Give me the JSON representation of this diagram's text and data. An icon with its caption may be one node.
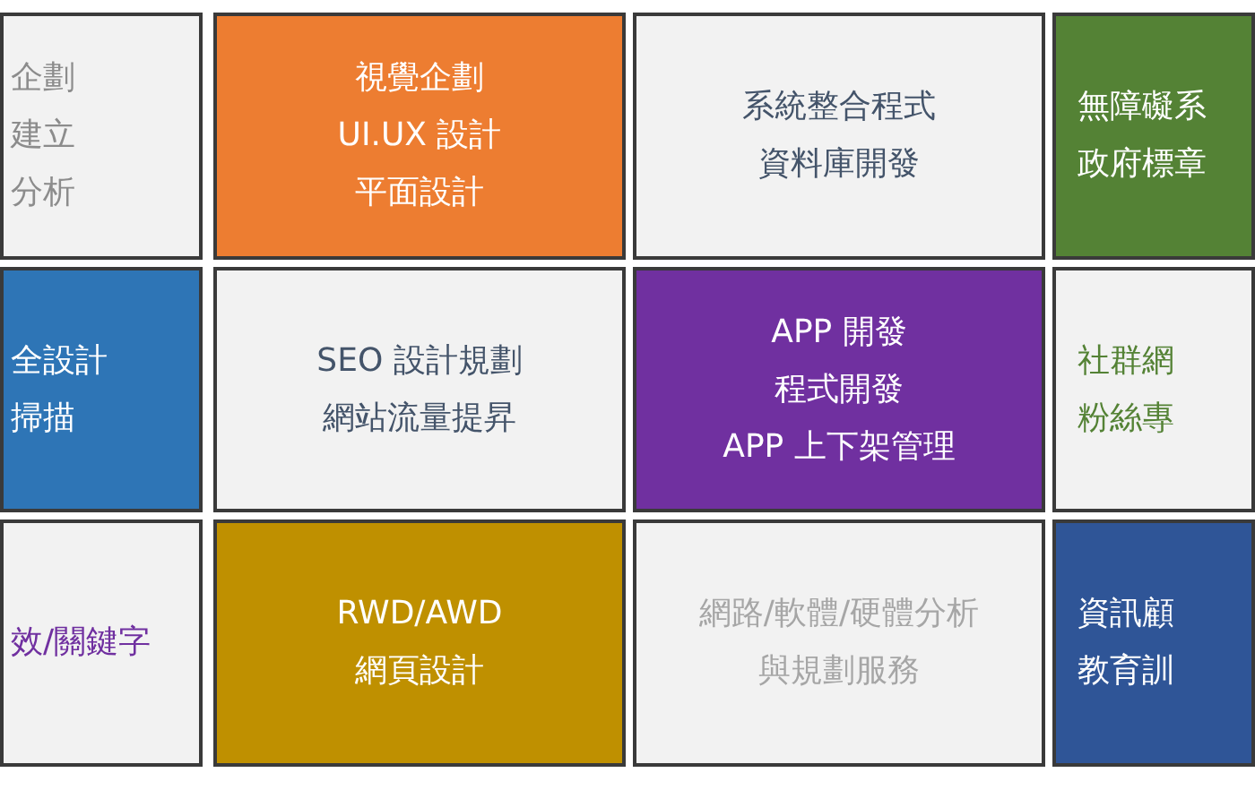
{
  "diagram": {
    "nodes": [
      {
        "text": [
          "企劃",
          "建立",
          "分析"
        ]
      },
      {
        "text": [
          "視覺企劃",
          "UI.UX 設計",
          "平面設計"
        ]
      },
      {
        "text": [
          "系統整合程式",
          "資料庫開發"
        ]
      },
      {
        "text": [
          "無障礙系",
          "政府標章"
        ]
      },
      {
        "text": [
          "全設計",
          "掃描"
        ]
      },
      {
        "text": [
          "SEO 設計規劃",
          "網站流量提昇"
        ]
      },
      {
        "text": [
          "APP 開發",
          "程式開發",
          "APP 上下架管理"
        ]
      },
      {
        "text": [
          "社群網",
          "粉絲專"
        ]
      },
      {
        "text": [
          "效/關鍵字"
        ]
      },
      {
        "text": [
          "RWD/AWD",
          "網頁設計"
        ]
      },
      {
        "text": [
          "網路/軟體/硬體分析",
          "與規劃服務"
        ]
      },
      {
        "text": [
          "資訊顧",
          "教育訓"
        ]
      }
    ]
  }
}
